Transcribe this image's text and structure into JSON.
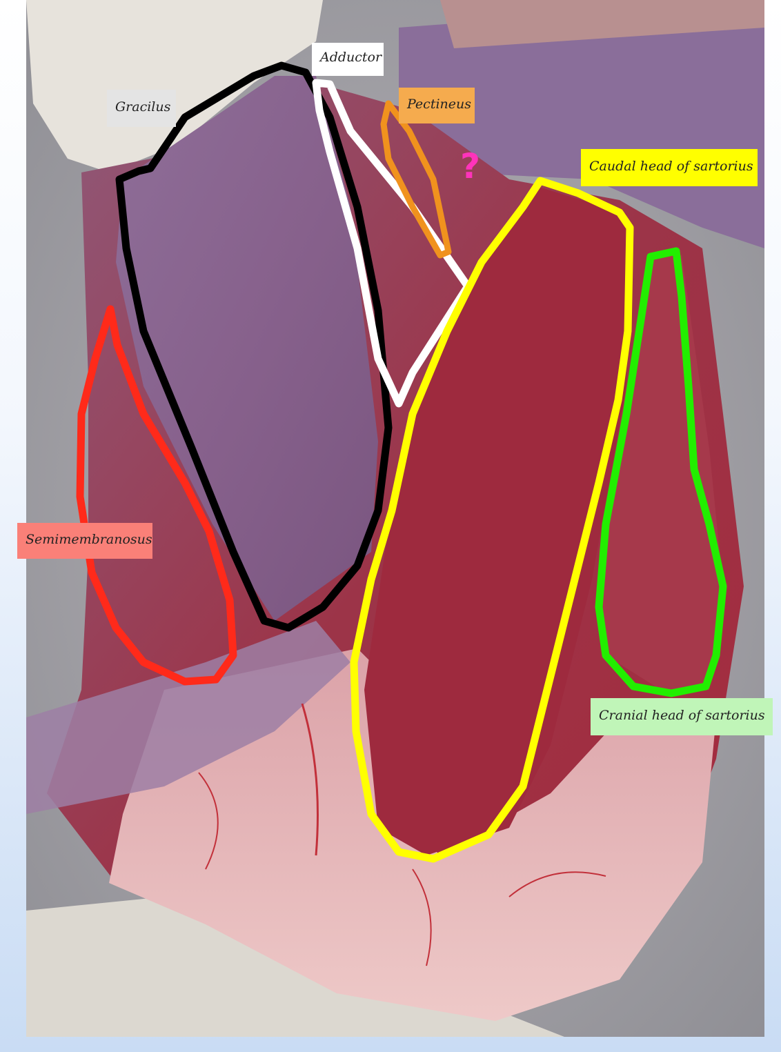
{
  "labels": {
    "adductor": "Adductor",
    "gracilus": "Gracilus",
    "pectineus": "Pectineus",
    "caudal_sartorius": "Caudal head of sartorius",
    "semimembranosus": "Semimembranosus",
    "cranial_sartorius": "Cranial head of sartorius",
    "question": "?"
  },
  "colors": {
    "gracilus_outline": "#000000",
    "adductor_outline": "#ffffff",
    "pectineus_outline": "#f0921e",
    "caudal_sartorius_outline": "#ffff00",
    "cranial_sartorius_outline": "#22ee00",
    "semimembranosus_outline": "#ff2a1a",
    "question_mark": "#ff33bb"
  }
}
